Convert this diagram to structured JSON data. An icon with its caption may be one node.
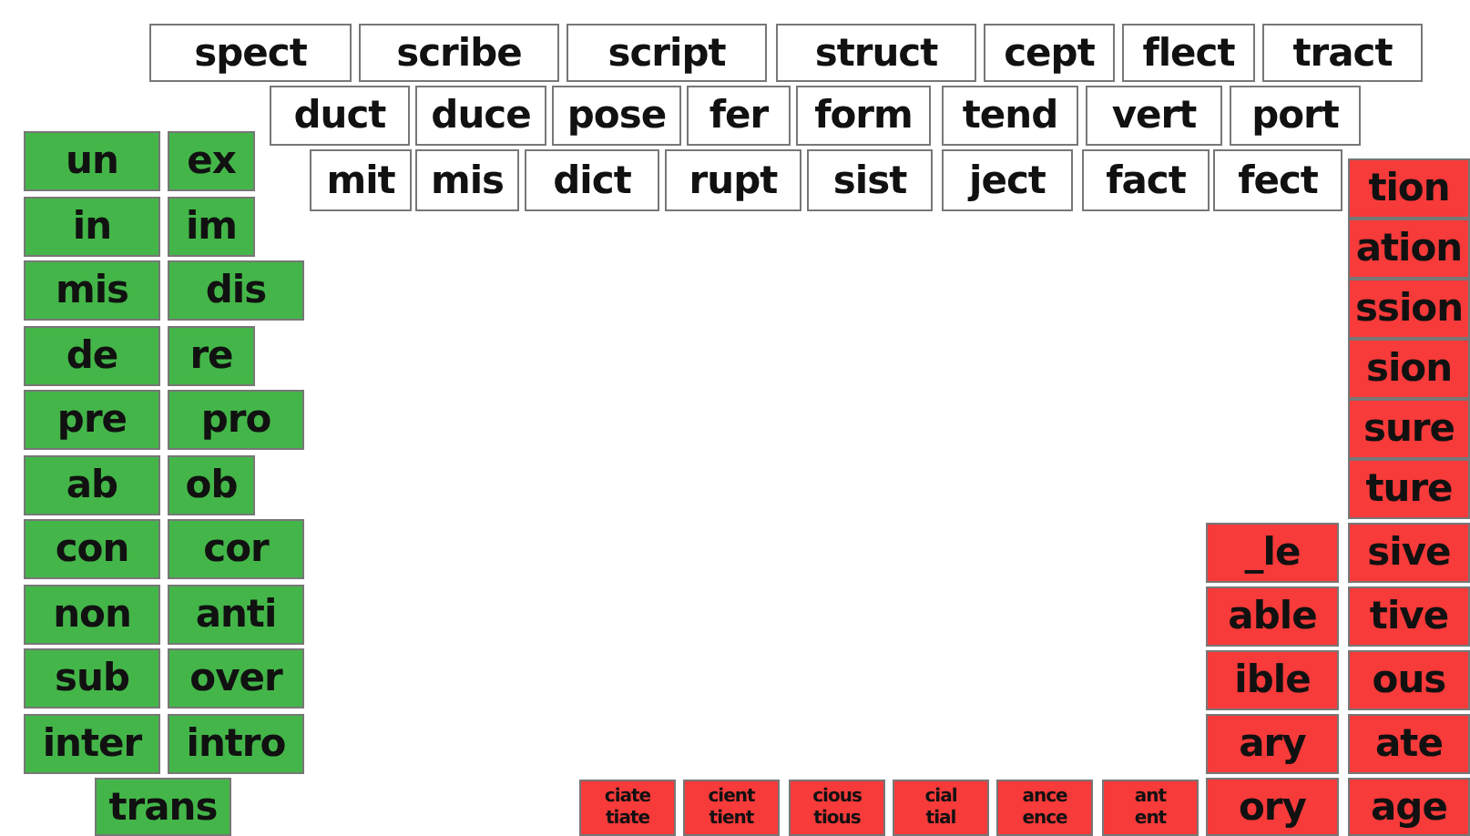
{
  "diagram": {
    "nodes": [
      {
        "text": [
          "spect"
        ]
      },
      {
        "text": [
          "scribe"
        ]
      },
      {
        "text": [
          "script"
        ]
      },
      {
        "text": [
          "struct"
        ]
      },
      {
        "text": [
          "cept"
        ]
      },
      {
        "text": [
          "flect"
        ]
      },
      {
        "text": [
          "tract"
        ]
      },
      {
        "text": [
          "duct"
        ]
      },
      {
        "text": [
          "duce"
        ]
      },
      {
        "text": [
          "pose"
        ]
      },
      {
        "text": [
          "fer"
        ]
      },
      {
        "text": [
          "form"
        ]
      },
      {
        "text": [
          "tend"
        ]
      },
      {
        "text": [
          "vert"
        ]
      },
      {
        "text": [
          "port"
        ]
      },
      {
        "text": [
          "mit"
        ]
      },
      {
        "text": [
          "mis"
        ]
      },
      {
        "text": [
          "dict"
        ]
      },
      {
        "text": [
          "rupt"
        ]
      },
      {
        "text": [
          "sist"
        ]
      },
      {
        "text": [
          "ject"
        ]
      },
      {
        "text": [
          "fact"
        ]
      },
      {
        "text": [
          "fect"
        ]
      },
      {
        "text": [
          "un"
        ]
      },
      {
        "text": [
          "ex"
        ]
      },
      {
        "text": [
          "in"
        ]
      },
      {
        "text": [
          "im"
        ]
      },
      {
        "text": [
          "mis"
        ]
      },
      {
        "text": [
          "dis"
        ]
      },
      {
        "text": [
          "de"
        ]
      },
      {
        "text": [
          "re"
        ]
      },
      {
        "text": [
          "pre"
        ]
      },
      {
        "text": [
          "pro"
        ]
      },
      {
        "text": [
          "ab"
        ]
      },
      {
        "text": [
          "ob"
        ]
      },
      {
        "text": [
          "con"
        ]
      },
      {
        "text": [
          "cor"
        ]
      },
      {
        "text": [
          "non"
        ]
      },
      {
        "text": [
          "anti"
        ]
      },
      {
        "text": [
          "sub"
        ]
      },
      {
        "text": [
          "over"
        ]
      },
      {
        "text": [
          "inter"
        ]
      },
      {
        "text": [
          "intro"
        ]
      },
      {
        "text": [
          "tion"
        ]
      },
      {
        "text": [
          "ation"
        ]
      },
      {
        "text": [
          "ssion"
        ]
      },
      {
        "text": [
          "sion"
        ]
      },
      {
        "text": [
          "sure"
        ]
      },
      {
        "text": [
          "ture"
        ]
      },
      {
        "text": [
          "_le"
        ]
      },
      {
        "text": [
          "sive"
        ]
      },
      {
        "text": [
          "able"
        ]
      },
      {
        "text": [
          "tive"
        ]
      },
      {
        "text": [
          "ible"
        ]
      },
      {
        "text": [
          "ous"
        ]
      },
      {
        "text": [
          "ary"
        ]
      },
      {
        "text": [
          "ate"
        ]
      },
      {
        "text": [
          "trans"
        ]
      },
      {
        "text": [
          "ciate",
          "tiate"
        ]
      },
      {
        "text": [
          "cient",
          "tient"
        ]
      },
      {
        "text": [
          "cious",
          "tious"
        ]
      },
      {
        "text": [
          "cial",
          "tial"
        ]
      },
      {
        "text": [
          "ance",
          "ence"
        ]
      },
      {
        "text": [
          "ant",
          "ent"
        ]
      },
      {
        "text": [
          "ory"
        ]
      },
      {
        "text": [
          "age"
        ]
      }
    ]
  }
}
